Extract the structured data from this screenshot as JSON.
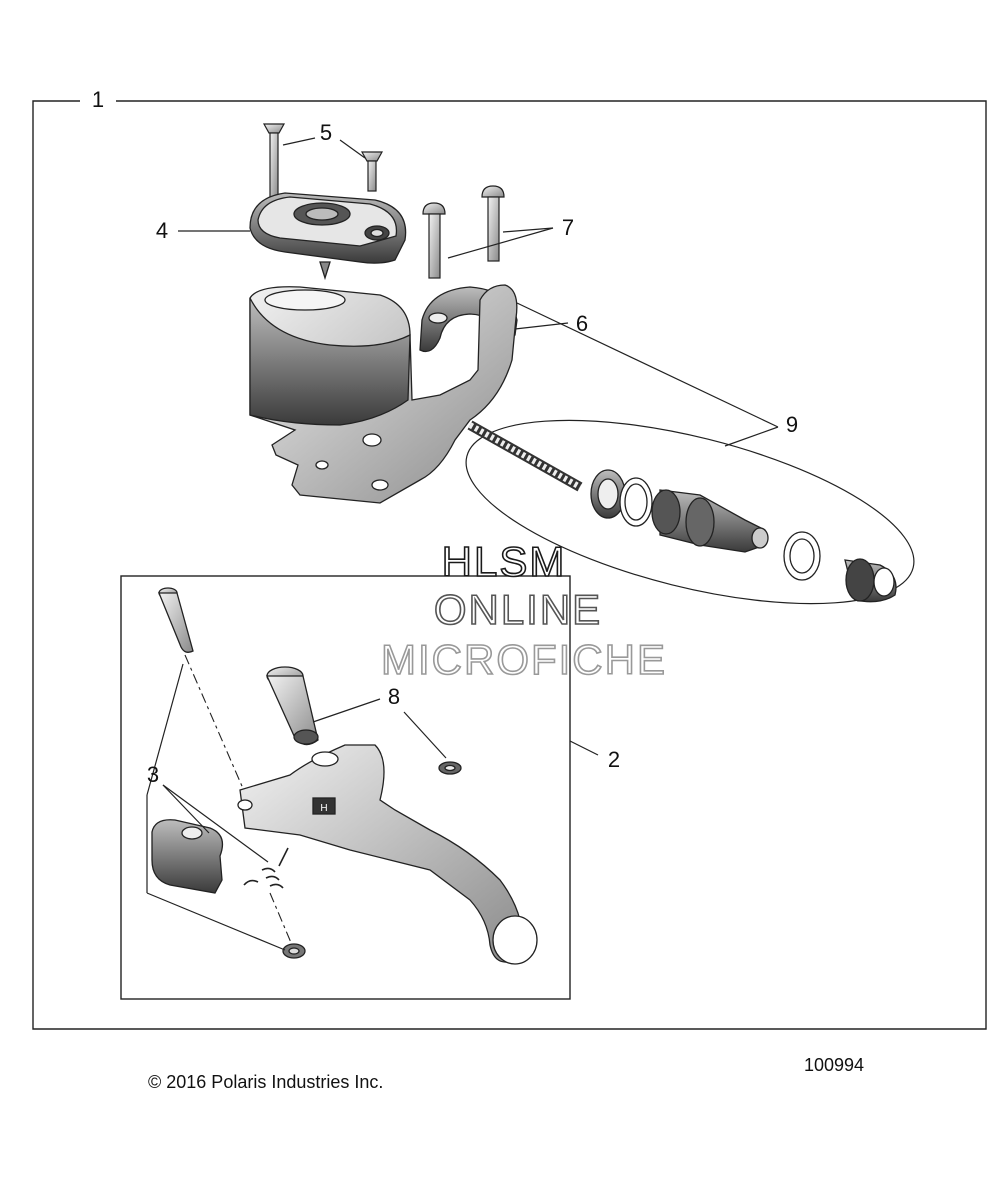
{
  "callouts": {
    "c1": "1",
    "c2": "2",
    "c3": "3",
    "c4": "4",
    "c5": "5",
    "c6": "6",
    "c7": "7",
    "c8": "8",
    "c9": "9"
  },
  "watermark": {
    "line1": "HLSM",
    "line2": "ONLINE",
    "line3": "MICROFICHE"
  },
  "footer": {
    "copyright": "© 2016 Polaris Industries Inc.",
    "doc_number": "100994"
  }
}
